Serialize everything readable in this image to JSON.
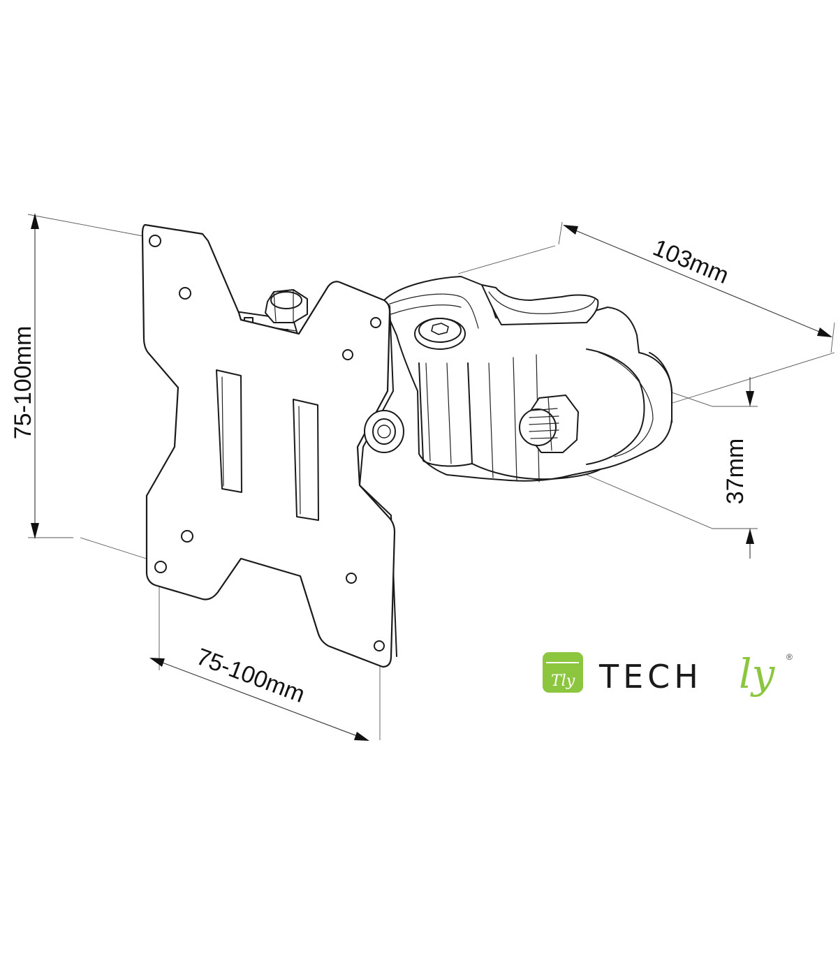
{
  "dimensions": {
    "vertical_plate": "75-100mm",
    "horizontal_plate": "75-100mm",
    "depth": "103mm",
    "clamp": "37mm"
  },
  "logo": {
    "mark_text": "Tly",
    "brand_main": "TECH",
    "brand_accent": "ly",
    "registered": "®",
    "accent_color": "#8cc63f"
  }
}
